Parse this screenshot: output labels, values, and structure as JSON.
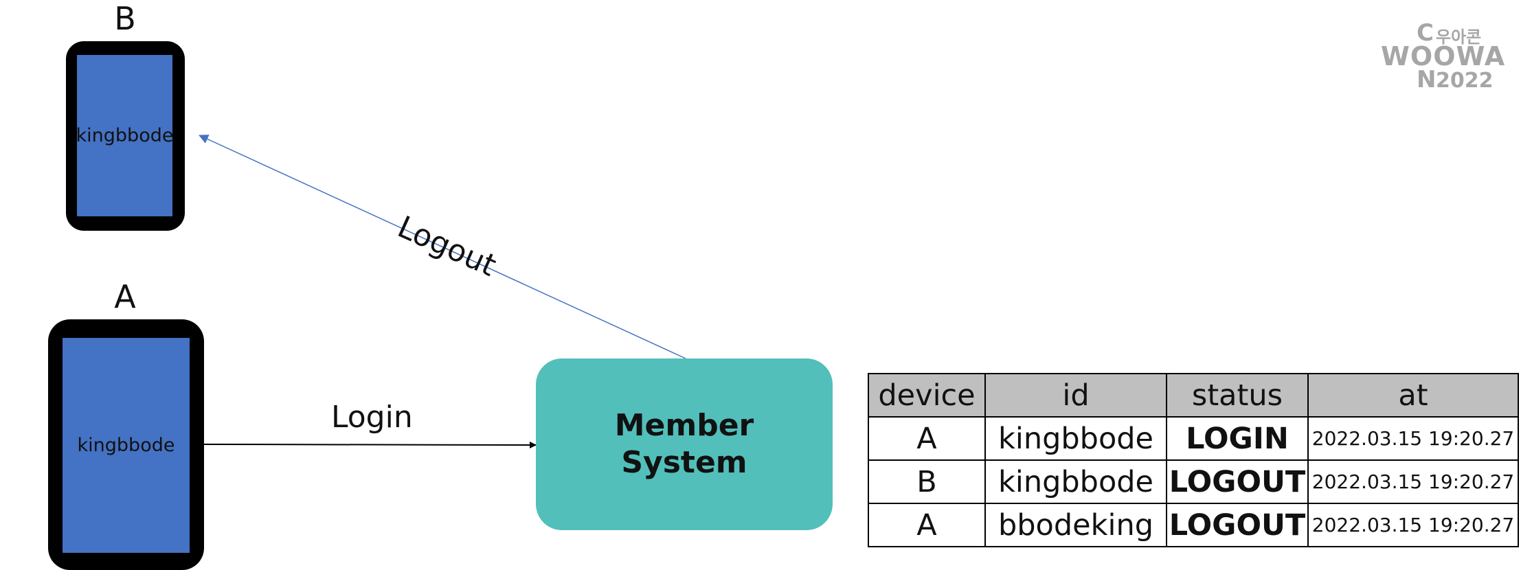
{
  "devices": {
    "b": {
      "label": "B",
      "screen_text": "kingbbode"
    },
    "a": {
      "label": "A",
      "screen_text": "kingbbode"
    }
  },
  "arrows": {
    "logout_label": "Logout",
    "login_label": "Login"
  },
  "member_system": {
    "line1": "Member",
    "line2": "System"
  },
  "table": {
    "headers": [
      "device",
      "id",
      "status",
      "at"
    ],
    "rows": [
      [
        "A",
        "kingbbode",
        "LOGIN",
        "2022.03.15  19:20.27"
      ],
      [
        "B",
        "kingbbode",
        "LOGOUT",
        "2022.03.15  19:20.27"
      ],
      [
        "A",
        "bbodeking",
        "LOGOUT",
        "2022.03.15  19:20.27"
      ]
    ]
  },
  "logo": {
    "c": "C",
    "korean": "우아콘",
    "woowa": "WOOWA",
    "n": "N",
    "year": "2022"
  },
  "colors": {
    "screen_blue": "#4472c4",
    "member_teal": "#52bfbb",
    "logout_arrow": "#4472c4",
    "header_gray": "#bfbfbf",
    "logo_gray": "#a6a6a6"
  }
}
